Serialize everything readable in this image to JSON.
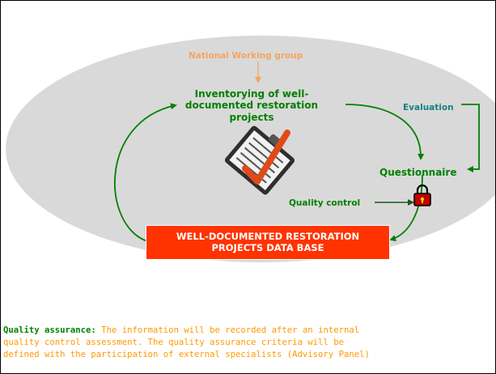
{
  "colors": {
    "ellipse_fill": "#d9d9d9",
    "green": "#008000",
    "orange": "#f4a460",
    "teal": "#1a8080",
    "database_fill": "#ff3300",
    "body_text": "#ff9900"
  },
  "nodes": {
    "national_working_group": "National Working group",
    "inventorying": "Inventorying of well-documented restoration projects",
    "evaluation": "Evaluation",
    "questionnaire": "Questionnaire",
    "quality_control": "Quality control",
    "database": "WELL-DOCUMENTED RESTORATION PROJECTS DATA BASE"
  },
  "icons": {
    "clipboard": "clipboard-checklist-icon",
    "padlock": "padlock-icon"
  },
  "quality_assurance": {
    "title": "Quality assurance:",
    "line1": " The information will be recorded after an internal",
    "line2": "quality control assessment. The quality assurance criteria will be",
    "line3": "defined with the participation of external specialists (Advisory Panel)"
  }
}
